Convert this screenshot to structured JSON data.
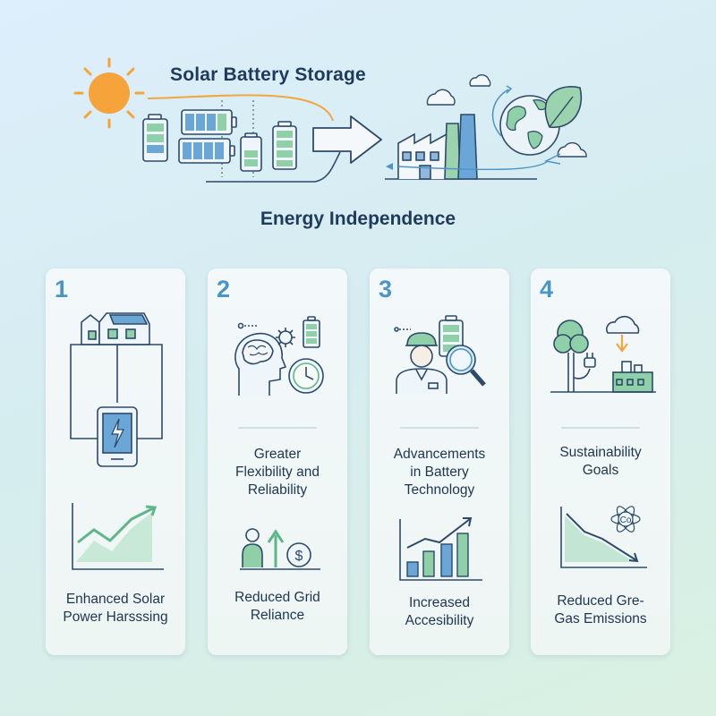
{
  "header": {
    "title": "Solar Battery Storage",
    "subtitle": "Energy Independence"
  },
  "cards": [
    {
      "number": "1",
      "top_label": "",
      "bottom_label_1": "Enhanced Solar",
      "bottom_label_2": "Power Harsssing"
    },
    {
      "number": "2",
      "top_label_1": "Greater",
      "top_label_2": "Flexibility and",
      "top_label_3": "Reliability",
      "bottom_label_1": "Reduced Grid",
      "bottom_label_2": "Reliance"
    },
    {
      "number": "3",
      "top_label_1": "Advancements",
      "top_label_2": "in Battery",
      "top_label_3": "Technology",
      "bottom_label_1": "Increased",
      "bottom_label_2": "Accesibility"
    },
    {
      "number": "4",
      "top_label_1": "Sustainability",
      "top_label_2": "Goals",
      "bottom_label_1": "Reduced Gre-",
      "bottom_label_2": "Gas Emissions"
    }
  ],
  "icons": {
    "dollar_symbol": "$",
    "co2_symbol": "Co"
  },
  "colors": {
    "accent_blue": "#4a95c8",
    "green": "#8fd0a8",
    "sun": "#f5a33a",
    "line": "#2d4a6a"
  }
}
